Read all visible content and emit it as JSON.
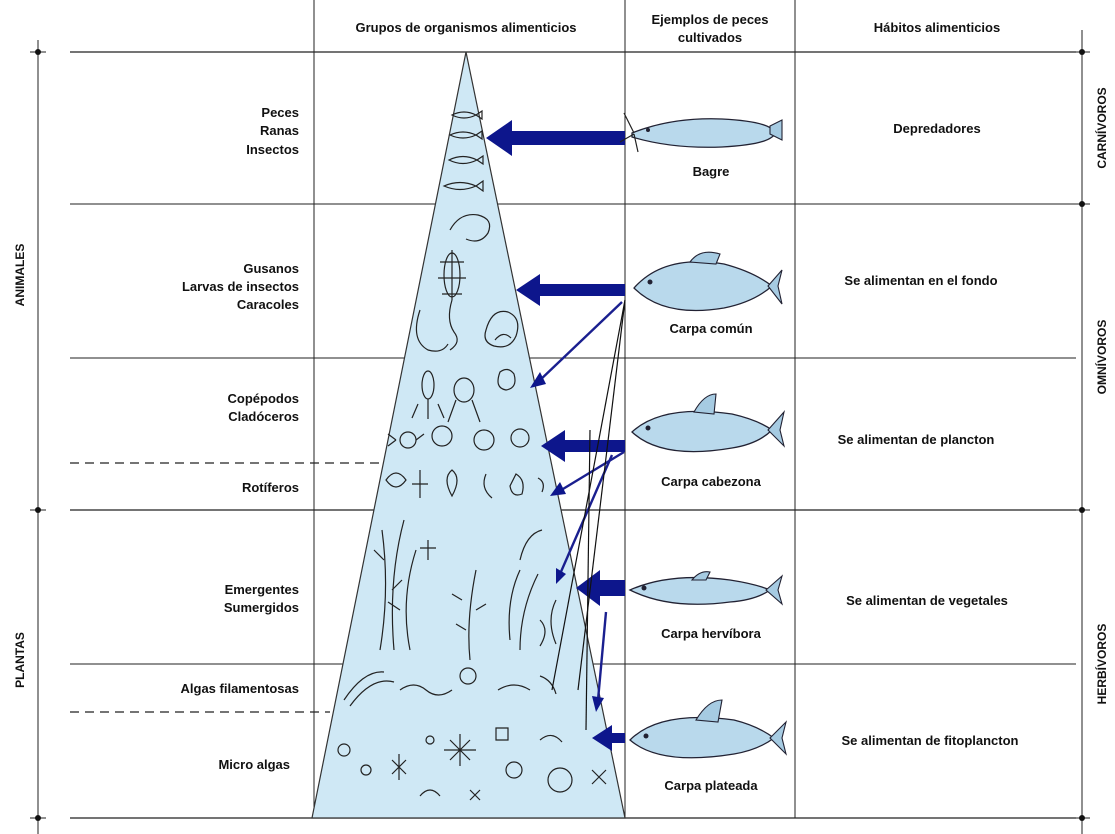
{
  "header": {
    "col_groups": "Grupos de organismos alimenticios",
    "col_fish_line1": "Ejemplos de peces",
    "col_fish_line2": "cultivados",
    "col_habits": "Hábitos alimenticios"
  },
  "left_groups": {
    "animales": "ANIMALES",
    "plantas": "PLANTAS"
  },
  "right_groups": {
    "carnivoros": "CARNÍVOROS",
    "omnivoros": "OMNÍVOROS",
    "herbivoros": "HERBÍVOROS"
  },
  "rows": [
    {
      "food_lines": [
        "Peces",
        "Ranas",
        "Insectos"
      ],
      "fish": "Bagre",
      "habit": "Depredadores"
    },
    {
      "food_lines": [
        "Gusanos",
        "Larvas de insectos",
        "Caracoles"
      ],
      "fish": "Carpa común",
      "habit": "Se alimentan en el fondo"
    },
    {
      "food_lines": [
        "Copépodos",
        "Cladóceros"
      ],
      "fish": "Carpa cabezona",
      "habit": "Se alimentan de plancton"
    },
    {
      "food_lines": [
        "Rotíferos"
      ]
    },
    {
      "food_lines": [
        "Emergentes",
        "Sumergidos"
      ],
      "fish": "Carpa hervíbora",
      "habit": "Se alimentan de vegetales"
    },
    {
      "food_lines": [
        "Algas filamentosas"
      ]
    },
    {
      "food_lines": [
        "Micro algas"
      ],
      "fish": "Carpa plateada",
      "habit": "Se alimentan de fitoplancton"
    }
  ],
  "colors": {
    "pyramid_fill": "#cfe8f5",
    "arrow": "#0d168c",
    "fish_body": "#b9d9ec"
  }
}
